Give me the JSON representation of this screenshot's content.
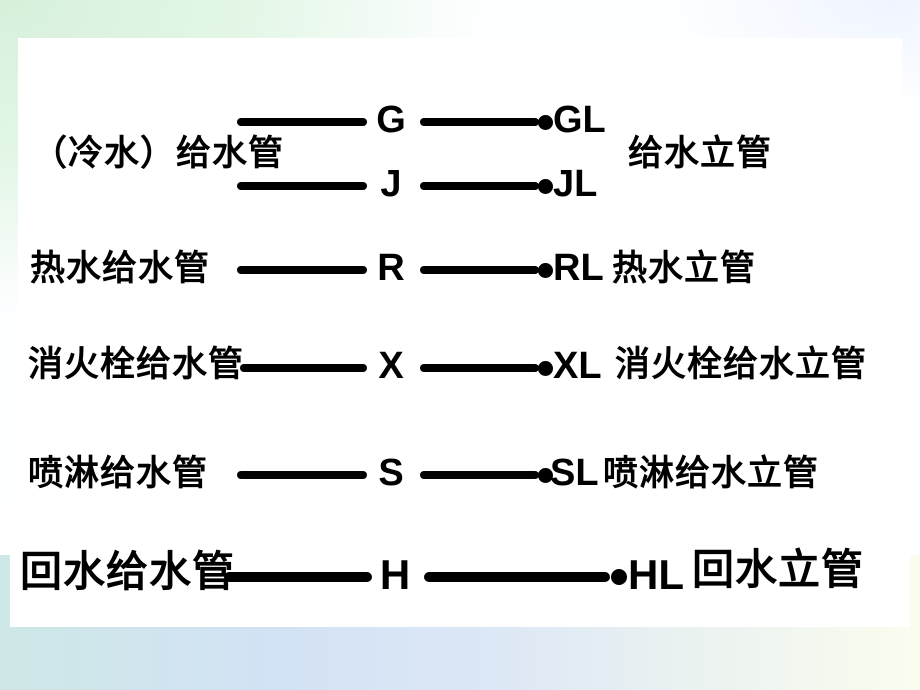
{
  "slide": {
    "kind": "pipe-legend-slide",
    "colors": {
      "line": "#000000",
      "text": "#000000",
      "panel": "#ffffff",
      "border_green": "#d6f0da",
      "border_blue": "#d3e2f5",
      "border_cyan": "#cde8e6",
      "border_pale_green": "#fafdee"
    }
  },
  "legend": {
    "groups": [
      {
        "left_label": "（冷水）给水管",
        "right_label": "给水立管",
        "pairs": [
          {
            "code": "G",
            "riser": "GL"
          },
          {
            "code": "J",
            "riser": "JL"
          }
        ]
      },
      {
        "left_label": "热水给水管",
        "right_label": "热水立管",
        "pairs": [
          {
            "code": "R",
            "riser": "RL"
          }
        ]
      },
      {
        "left_label": "消火栓给水管",
        "right_label": "消火栓给水立管",
        "pairs": [
          {
            "code": "X",
            "riser": "XL"
          }
        ]
      },
      {
        "left_label": "喷淋给水管",
        "right_label": "喷淋给水立管",
        "pairs": [
          {
            "code": "S",
            "riser": "SL"
          }
        ]
      },
      {
        "left_label": "回水给水管",
        "right_label": "回水立管",
        "pairs": [
          {
            "code": "H",
            "riser": "HL"
          }
        ]
      }
    ]
  }
}
